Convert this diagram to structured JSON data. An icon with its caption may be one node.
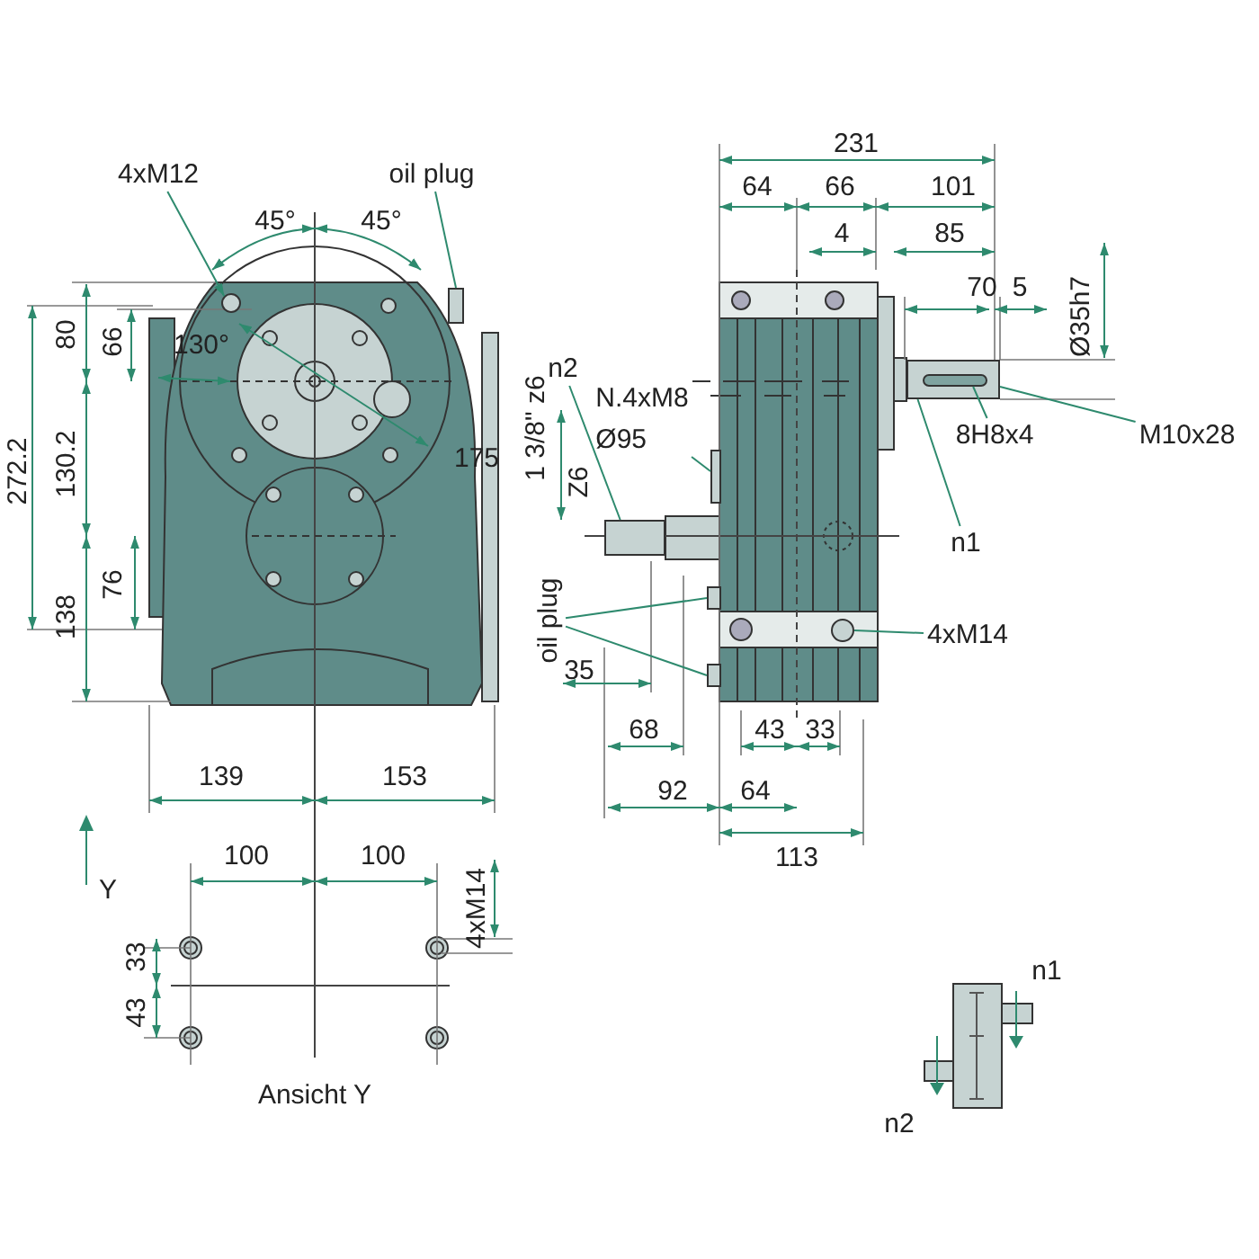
{
  "diagram": {
    "nodes": [
      {
        "text": [
          "4xM12"
        ]
      },
      {
        "text": [],
        "shape": "circle"
      },
      {
        "text": [
          "oil plug"
        ]
      },
      {
        "text": [],
        "shape": "box"
      },
      {
        "text": [
          "n2"
        ]
      },
      {
        "text": [],
        "shape": "bar"
      },
      {
        "text": [
          "N.4xM8",
          "Ø95"
        ]
      },
      {
        "text": [],
        "shape": "box"
      },
      {
        "text": [
          "M10x28"
        ]
      },
      {
        "text": [],
        "shape": "bar"
      },
      {
        "text": [
          "8H8x4"
        ]
      },
      {
        "text": [],
        "shape": "box",
        "in": 9
      },
      {
        "text": [
          "n1"
        ]
      },
      {
        "text": [
          "oil plug"
        ]
      },
      {
        "text": [],
        "shape": "box"
      },
      {
        "text": [],
        "shape": "box"
      },
      {
        "text": [
          "4xM14"
        ]
      },
      {
        "text": [],
        "shape": "circle"
      }
    ],
    "edges": [
      {
        "from": 0,
        "to": 1,
        "arrow": "to"
      },
      {
        "from": 2,
        "to": 3,
        "arrow": "none"
      },
      {
        "from": 4,
        "to": 5,
        "arrow": "none"
      },
      {
        "from": 6,
        "to": 7,
        "arrow": "none"
      },
      {
        "from": 8,
        "to": 9,
        "arrow": "none"
      },
      {
        "from": 10,
        "to": 11,
        "arrow": "none"
      },
      {
        "from": 12,
        "to": 9,
        "arrow": "none"
      },
      {
        "from": 13,
        "to": 14,
        "arrow": "none"
      },
      {
        "from": 13,
        "to": 15,
        "arrow": "none"
      },
      {
        "from": 16,
        "to": 17,
        "arrow": "none"
      }
    ],
    "labels": [
      "45°",
      "45°",
      "130°",
      "175",
      "80",
      "66",
      "272.2",
      "130.2",
      "138",
      "76",
      "139",
      "153",
      "231",
      "64",
      "66",
      "101",
      "4",
      "85",
      "70",
      "5",
      "Ø35h7",
      "1 3/8\" z6",
      "Z6",
      "35",
      "68",
      "43",
      "33",
      "92",
      "64",
      "113",
      "Y",
      "100",
      "100",
      "4xM14",
      "33",
      "43",
      "Ansicht Y",
      "n1",
      "n2"
    ]
  }
}
